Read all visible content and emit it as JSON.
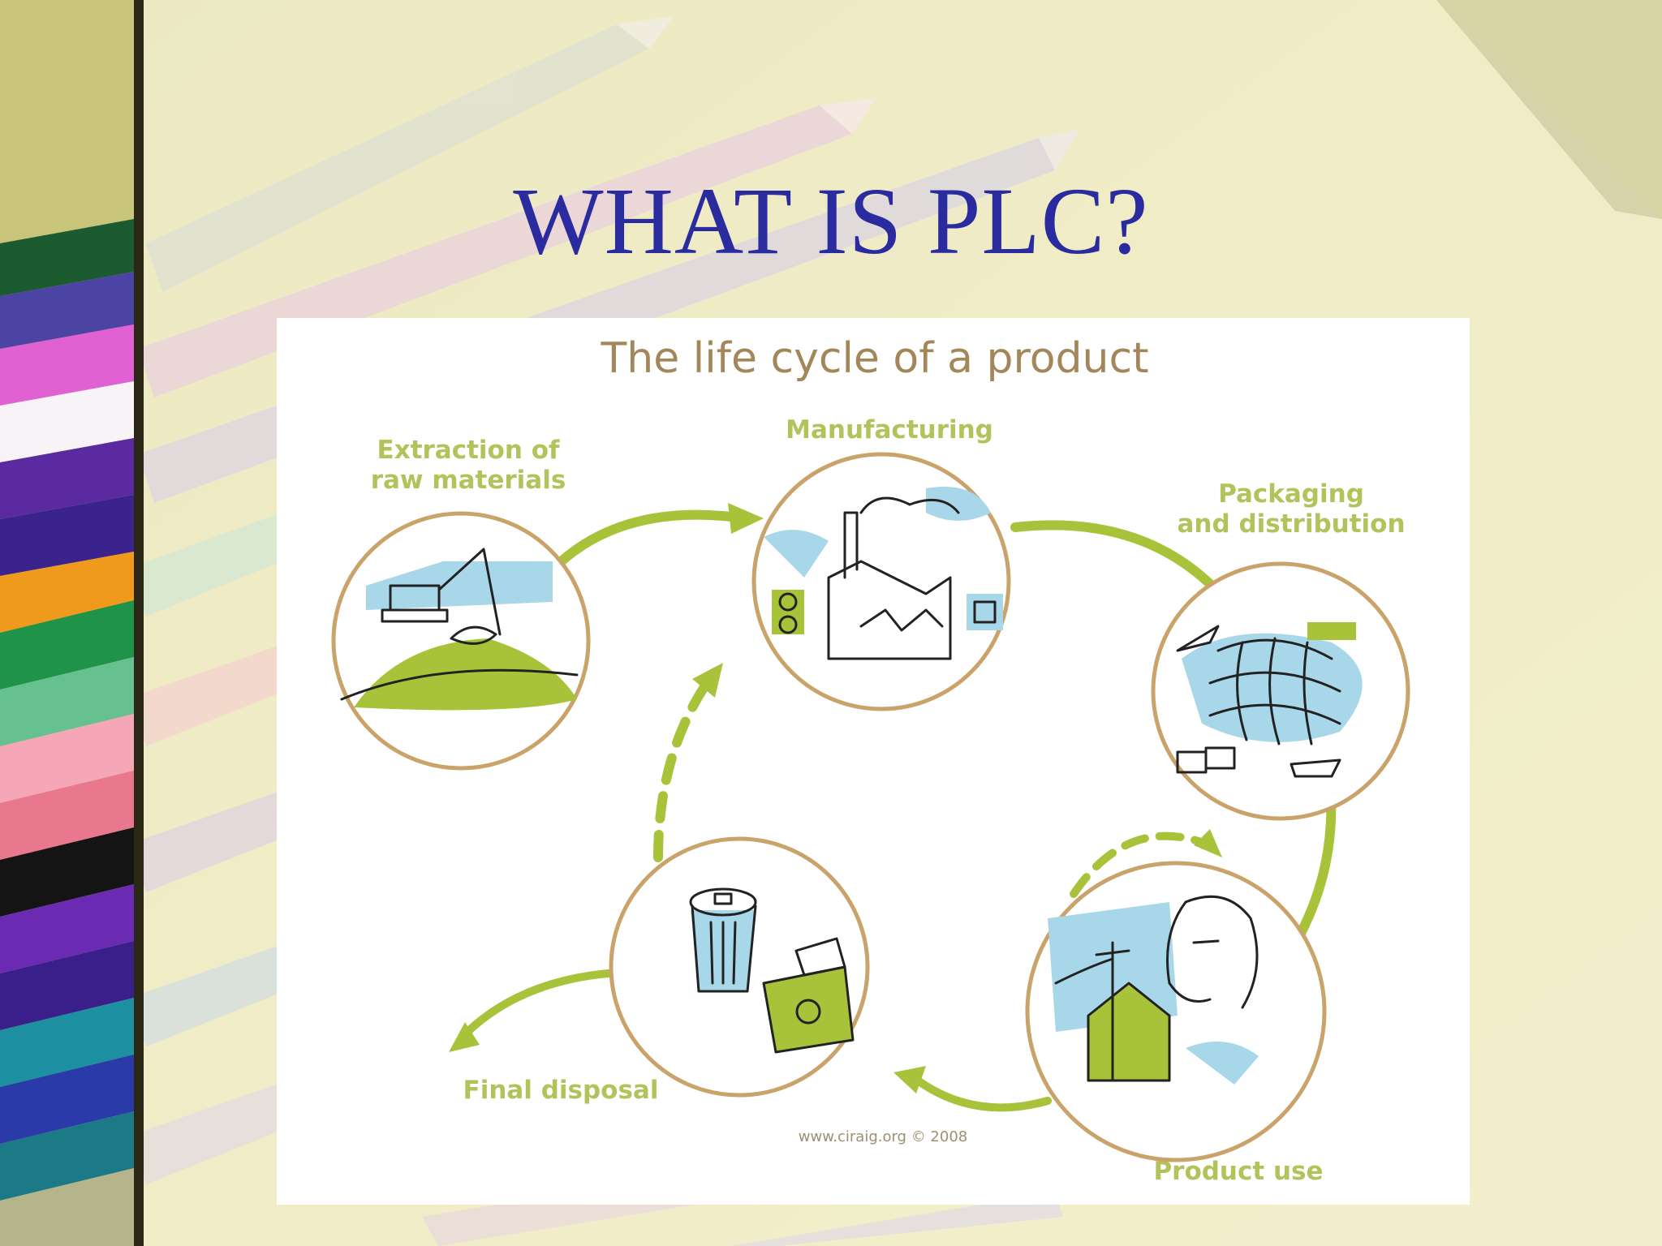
{
  "slide": {
    "title": "WHAT IS PLC?"
  },
  "diagram": {
    "heading": "The life cycle of a product",
    "stages": {
      "extraction_line1": "Extraction of",
      "extraction_line2": "raw materials",
      "manufacturing": "Manufacturing",
      "packaging_line1": "Packaging",
      "packaging_line2": "and distribution",
      "product_use": "Product use",
      "final_disposal": "Final disposal"
    },
    "credit": "www.ciraig.org © 2008",
    "colors": {
      "accent_green": "#a8c33a",
      "circle_outline": "#c9a36a",
      "sky_blue": "#a9d7ea",
      "title_blue": "#2b2ba0"
    }
  },
  "icons": [
    "excavator-icon",
    "factory-icon",
    "globe-transport-icon",
    "person-house-icon",
    "trash-recycling-icon"
  ]
}
